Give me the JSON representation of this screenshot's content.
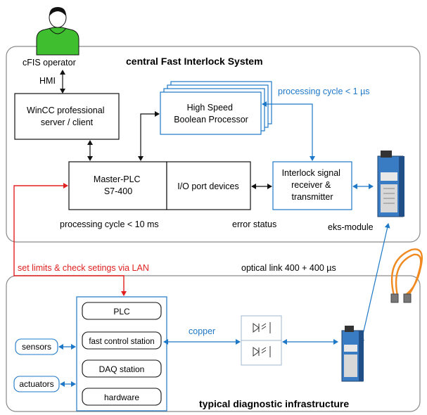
{
  "operator": {
    "label": "cFIS operator",
    "hmi": "HMI"
  },
  "central": {
    "title": "central Fast Interlock System",
    "wincc": [
      "WinCC professional",
      "server / client"
    ],
    "processor": [
      "High Speed",
      "Boolean Processor"
    ],
    "processor_cycle": "processing cycle < 1 µs",
    "master_plc": [
      "Master-PLC",
      "S7-400"
    ],
    "io_ports": "I/O port devices",
    "interlock": [
      "Interlock signal",
      "receiver &",
      "transmitter"
    ],
    "plc_cycle": "processing cycle < 10 ms",
    "error_status": "error status",
    "eks_module": "eks-module"
  },
  "links": {
    "lan": "set limits & check setings via LAN",
    "optical": "optical link 400 + 400 µs",
    "copper": "copper"
  },
  "diagnostic": {
    "title": "typical diagnostic infrastructure",
    "stack": [
      "PLC",
      "fast control station",
      "DAQ station",
      "hardware"
    ],
    "sensors": "sensors",
    "actuators": "actuators"
  },
  "colors": {
    "blue": "#1e78c8",
    "red": "#e02020",
    "green": "#3fbf2f",
    "gray": "#8a8a8a"
  }
}
